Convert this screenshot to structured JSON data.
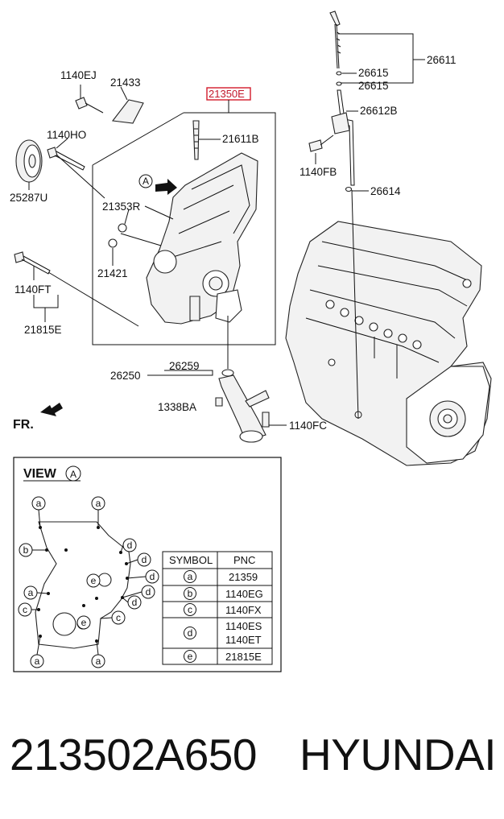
{
  "labels": {
    "p1140EJ": "1140EJ",
    "p21433": "21433",
    "p21350E": "21350E",
    "p21611B": "21611B",
    "p1140HO": "1140HO",
    "p25287U": "25287U",
    "p21353R": "21353R",
    "p21421": "21421",
    "p1140FT": "1140FT",
    "p21815E": "21815E",
    "p26259": "26259",
    "p26250": "26250",
    "p1338BA": "1338BA",
    "p1140FC": "1140FC",
    "p26611": "26611",
    "p26615a": "26615",
    "p26615b": "26615",
    "p26612B": "26612B",
    "p1140FB": "1140FB",
    "p26614": "26614",
    "viewA": "A",
    "fr": "FR."
  },
  "view_panel": {
    "title": "VIEW",
    "title_letter": "A"
  },
  "symbol_table": {
    "headers": [
      "SYMBOL",
      "PNC"
    ],
    "rows": [
      {
        "symbol": "a",
        "pnc": [
          "21359"
        ]
      },
      {
        "symbol": "b",
        "pnc": [
          "1140EG"
        ]
      },
      {
        "symbol": "c",
        "pnc": [
          "1140FX"
        ]
      },
      {
        "symbol": "d",
        "pnc": [
          "1140ES",
          "1140ET"
        ]
      },
      {
        "symbol": "e",
        "pnc": [
          "21815E"
        ]
      }
    ]
  },
  "footer": {
    "part_number": "213502A650",
    "brand": "HYUNDAI"
  },
  "colors": {
    "highlight": "#d31b2b",
    "line": "#111111"
  }
}
